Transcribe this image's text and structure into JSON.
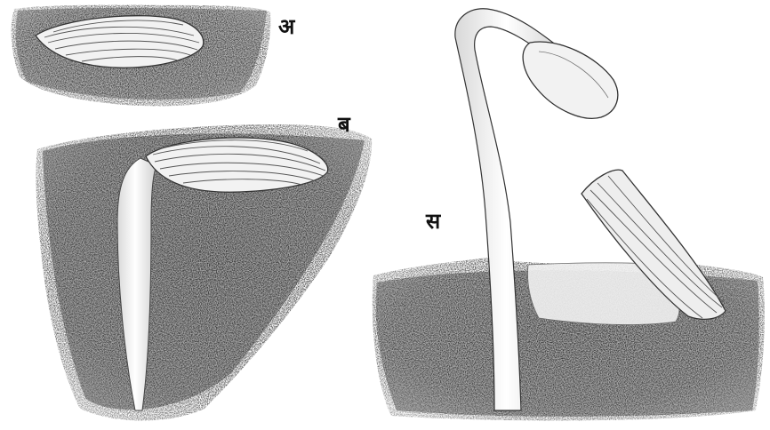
{
  "labels": {
    "a": "अ",
    "b": "ब",
    "c": "स"
  },
  "colors": {
    "soil": "#2a2a2a",
    "soil_light": "#6a6a6a",
    "seed_fill": "#f2f2f2",
    "outline": "#333333",
    "background": "#ffffff"
  }
}
